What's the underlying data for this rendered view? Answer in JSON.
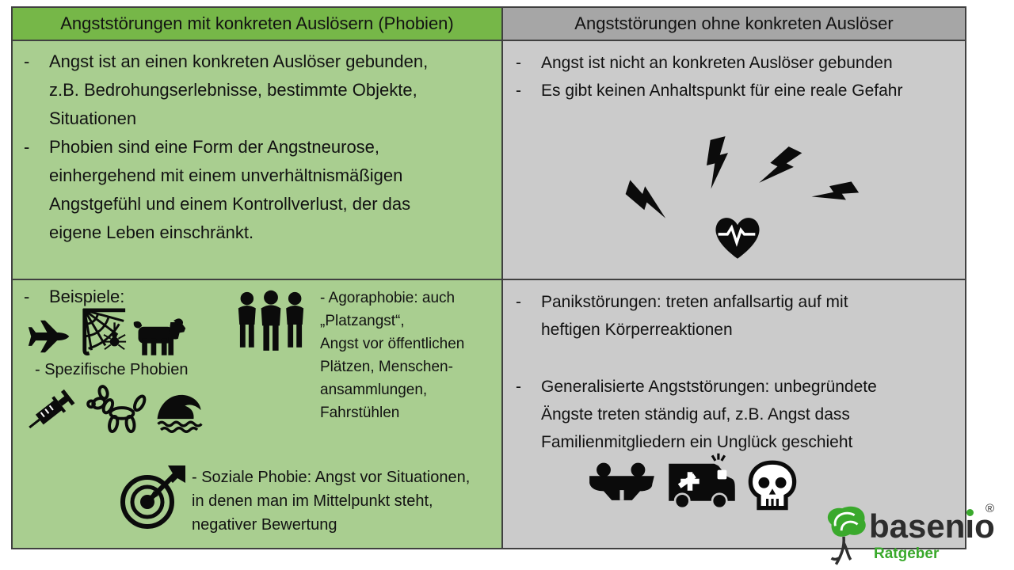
{
  "table": {
    "header_left": "Angststörungen mit konkreten Auslösern (Phobien)",
    "header_right": "Angststörungen ohne konkreten Auslöser",
    "left_row1": [
      "Angst ist an einen konkreten Auslöser gebunden,\nz.B. Bedrohungserlebnisse, bestimmte Objekte,\nSituationen",
      "Phobien sind eine Form der Angstneurose,\neinhergehend mit einem unverhältnismäßigen\nAngstgefühl und einem Kontrollverlust, der das\neigene Leben einschränkt."
    ],
    "right_row1": [
      "Angst ist nicht an konkreten Auslöser gebunden",
      "Es gibt keinen Anhaltspunkt für eine reale Gefahr"
    ],
    "left_row2": {
      "beispiele_label": "Beispiele:",
      "spezifische_label": "- Spezifische Phobien",
      "agoraphobie_text": "- Agoraphobie: auch\n„Platzangst“,\nAngst vor öffentlichen\nPlätzen, Menschen-\nansammlungen,\nFahrstühlen",
      "soziale_text": "- Soziale Phobie: Angst vor Situationen,\nin denen man im Mittelpunkt steht,\nnegativer Bewertung"
    },
    "right_row2": [
      "Panikstörungen: treten anfallsartig auf mit\nheftigen Körperreaktionen",
      "Generalisierte Angststörungen: unbegründete\nÄngste treten ständig auf, z.B. Angst dass\nFamilienmitgliedern ein Unglück geschieht"
    ]
  },
  "ui": {
    "dash": "-"
  },
  "icons": {
    "specific_phobia_row1": [
      "airplane-icon",
      "spider-web-icon",
      "dog-icon"
    ],
    "specific_phobia_row2": [
      "syringe-icon",
      "balloon-dog-icon",
      "wave-icon"
    ],
    "agoraphobia": [
      "people-group-icon"
    ],
    "social_phobia": [
      "dart-target-icon"
    ],
    "panic_graphic": [
      "lightning-bolt-icon",
      "heartbeat-heart-icon"
    ],
    "danger_row": [
      "overturned-car-icon",
      "ambulance-icon",
      "skull-icon"
    ],
    "logo": [
      "tree-icon"
    ]
  },
  "logo": {
    "brand_part1": "basen",
    "brand_part2": "ı",
    "brand_part3": "o",
    "registered": "®",
    "subtitle": "Ratgeber"
  },
  "colors": {
    "header_green": "#76B748",
    "body_green": "#A9CE90",
    "header_gray": "#A6A6A6",
    "body_gray": "#CBCBCB",
    "border": "#404040",
    "logo_green": "#3AA92C",
    "icon_black": "#0B0B0B"
  }
}
